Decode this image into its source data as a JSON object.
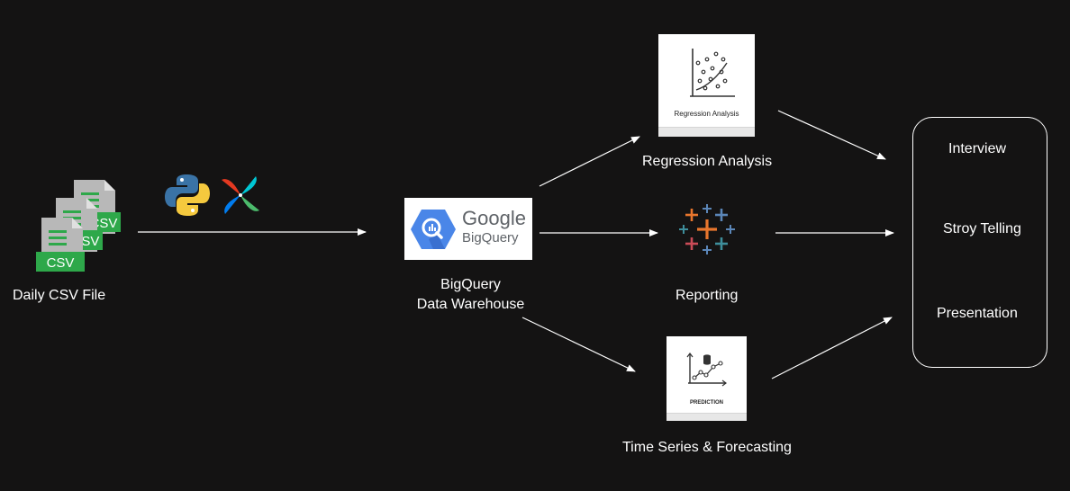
{
  "source": {
    "label": "Daily CSV File",
    "file_badge": "CSV"
  },
  "warehouse": {
    "logo_brand": "Google",
    "logo_product": "BigQuery",
    "label_line1": "BigQuery",
    "label_line2": "Data Warehouse"
  },
  "analyses": {
    "regression": {
      "label": "Regression Analysis",
      "card_caption": "Regression Analysis"
    },
    "reporting": {
      "label": "Reporting"
    },
    "forecasting": {
      "label": "Time Series & Forecasting",
      "card_caption": "PREDICTION"
    }
  },
  "outputs": {
    "items": [
      "Interview",
      "Stroy Telling",
      "Presentation"
    ]
  },
  "colors": {
    "background": "#141313",
    "csv_green": "#2ea84a",
    "python_blue": "#3a73a6",
    "python_yellow": "#f5c93e",
    "bigquery_blue": "#4a86e8",
    "tableau_orange": "#e8762d",
    "tableau_blue": "#5b86b8",
    "tableau_teal": "#3e8e9b",
    "tableau_red": "#c94b57"
  }
}
